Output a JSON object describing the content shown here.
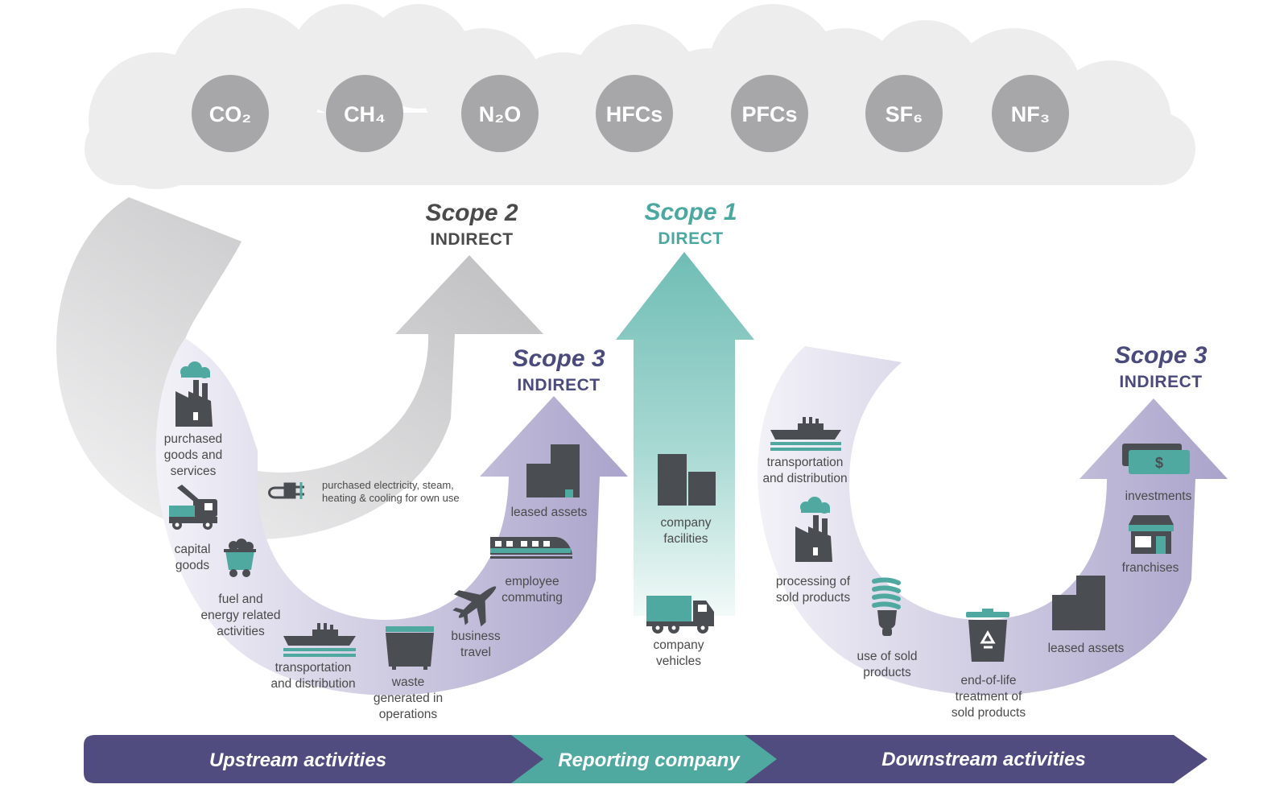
{
  "gases": [
    "CO₂",
    "CH₄",
    "N₂O",
    "HFCs",
    "PFCs",
    "SF₆",
    "NF₃"
  ],
  "scopes": {
    "scope2": {
      "title": "Scope 2",
      "subtitle": "INDIRECT"
    },
    "scope1": {
      "title": "Scope 1",
      "subtitle": "DIRECT"
    },
    "scope3_upstream": {
      "title": "Scope 3",
      "subtitle": "INDIRECT"
    },
    "scope3_downstream": {
      "title": "Scope 3",
      "subtitle": "INDIRECT"
    }
  },
  "scope2_items": {
    "electricity": [
      "purchased electricity, steam,",
      "heating & cooling for own use"
    ]
  },
  "upstream_items": {
    "purchased_goods": [
      "purchased",
      "goods and",
      "services"
    ],
    "capital_goods": [
      "capital",
      "goods"
    ],
    "fuel_energy": [
      "fuel and",
      "energy related",
      "activities"
    ],
    "transportation": [
      "transportation",
      "and distribution"
    ],
    "waste": [
      "waste",
      "generated in",
      "operations"
    ],
    "business_travel": [
      "business",
      "travel"
    ],
    "employee_commuting": [
      "employee",
      "commuting"
    ],
    "leased_assets": [
      "leased assets"
    ]
  },
  "scope1_items": {
    "company_facilities": [
      "company",
      "facilities"
    ],
    "company_vehicles": [
      "company",
      "vehicles"
    ]
  },
  "downstream_items": {
    "transportation": [
      "transportation",
      "and distribution"
    ],
    "processing": [
      "processing of",
      "sold products"
    ],
    "use_of_sold": [
      "use of sold",
      "products"
    ],
    "end_of_life": [
      "end-of-life",
      "treatment of",
      "sold products"
    ],
    "leased_assets": [
      "leased assets"
    ],
    "franchises": [
      "franchises"
    ],
    "investments": [
      "investments"
    ],
    "investment_symbol": "$"
  },
  "bands": {
    "upstream": "Upstream activities",
    "reporting": "Reporting company",
    "downstream": "Downstream activities"
  },
  "colors": {
    "gas_circle": "#a7a7a9",
    "cloud": "#ededee",
    "scope2": "#c2c2c4",
    "scope1": "#7fc6bf",
    "scope3": "#b7b1d2",
    "dark_text": "#4a4a4a",
    "scope1_text": "#4aa8a0",
    "scope3_text": "#4a4a7c",
    "band_purple": "#514c7f",
    "band_teal": "#4fa9a1",
    "icon_dark": "#4a4d52",
    "icon_teal": "#4fa9a1"
  }
}
